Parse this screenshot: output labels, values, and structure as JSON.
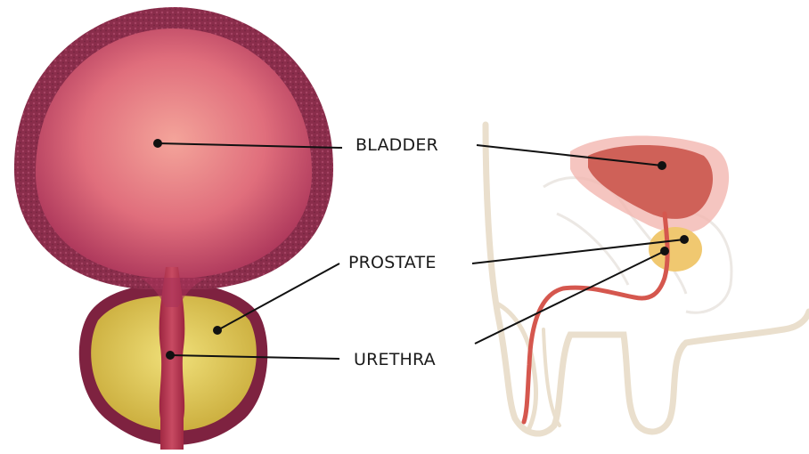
{
  "labels": {
    "bladder": "BLADDER",
    "prostate": "PROSTATE",
    "urethra": "URETHRA"
  },
  "colors": {
    "bladder_wall": "#8e2f4e",
    "bladder_interior": "#e8707c",
    "prostate": "#d8c04a",
    "urethra": "#b0324a",
    "side_bladder": "#cf6158",
    "side_prostate": "#f0c870",
    "body_outline": "#e8dcc8",
    "leader_line": "#111111"
  }
}
